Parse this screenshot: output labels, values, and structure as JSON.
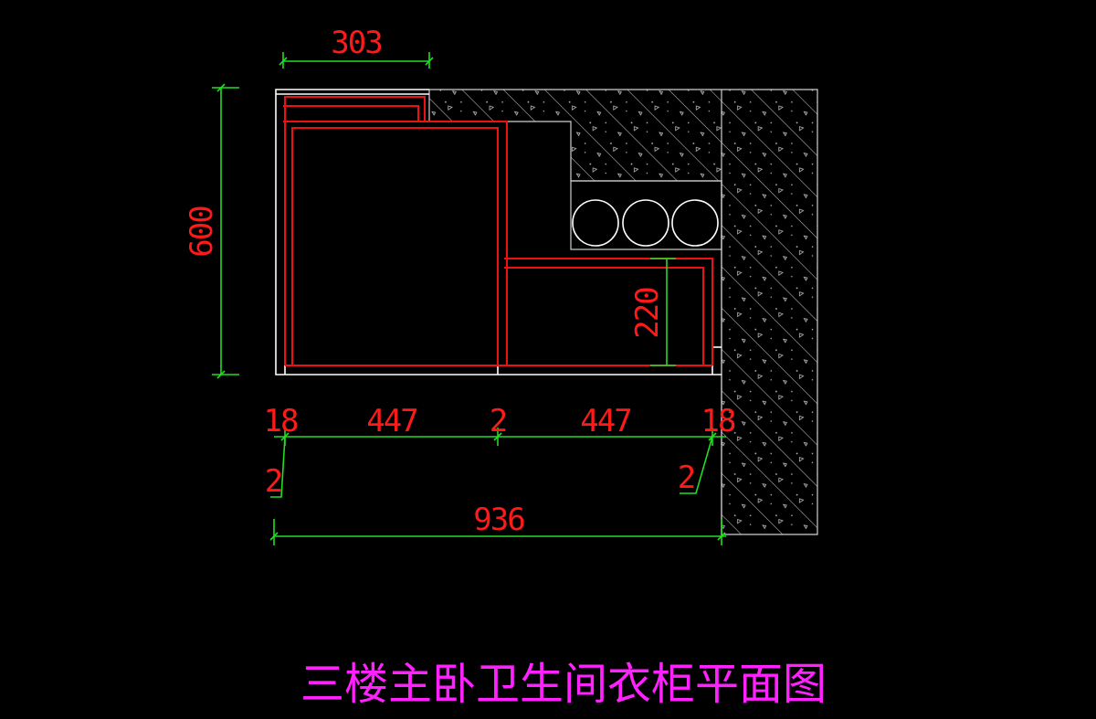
{
  "drawing": {
    "title": "三楼主卧卫生间衣柜平面图",
    "colors": {
      "background": "#000000",
      "dimension_text": "#ff1a1a",
      "dimension_line": "#22dd22",
      "cabinet_line": "#ee1111",
      "outline": "#ffffff",
      "title": "#ff22ff"
    },
    "dimensions": {
      "top_width": "303",
      "height": "600",
      "inner_depth": "220",
      "left_side": "18",
      "left_bay": "447",
      "middle_divider": "2",
      "right_bay": "447",
      "right_side": "18",
      "left_gap": "2",
      "right_gap": "2",
      "total_width": "936"
    }
  }
}
